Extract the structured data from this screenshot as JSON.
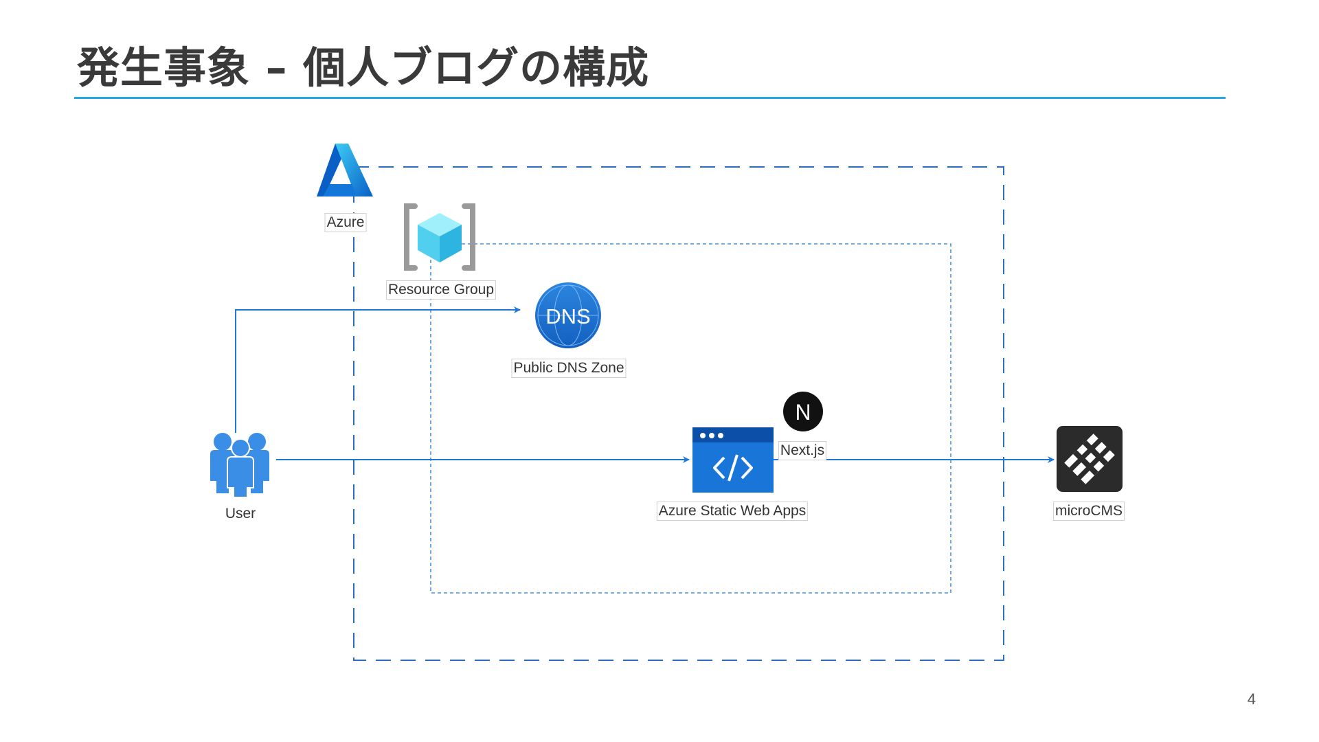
{
  "slide": {
    "title": "発生事象 – 個人ブログの構成",
    "page_number": "4"
  },
  "diagram": {
    "nodes": {
      "azure": {
        "label": "Azure",
        "icon": "azure-logo-icon"
      },
      "resource_group": {
        "label": "Resource Group",
        "icon": "resource-group-icon"
      },
      "dns_zone": {
        "label": "Public DNS Zone",
        "icon": "dns-icon",
        "icon_text": "DNS"
      },
      "user": {
        "label": "User",
        "icon": "users-icon"
      },
      "static_web_apps": {
        "label": "Azure Static Web Apps",
        "icon": "static-web-apps-icon"
      },
      "nextjs": {
        "label": "Next.js",
        "icon": "nextjs-logo-icon",
        "icon_text": "N"
      },
      "microcms": {
        "label": "microCMS",
        "icon": "microcms-logo-icon"
      }
    },
    "edges": [
      {
        "from": "User",
        "to": "Public DNS Zone"
      },
      {
        "from": "User",
        "to": "Azure Static Web Apps"
      },
      {
        "from": "Azure Static Web Apps",
        "to": "microCMS"
      }
    ],
    "colors": {
      "accent_rule": "#29a8e0",
      "connector": "#1e78d6",
      "azure_boundary": "#2a6ec0",
      "resource_group_boundary": "#4a90d9",
      "dns_blue": "#1f74d0",
      "user_blue": "#3a8ee6",
      "static_web_apps_blue": "#0f62c5",
      "microcms_dark": "#2b2b2b"
    }
  }
}
